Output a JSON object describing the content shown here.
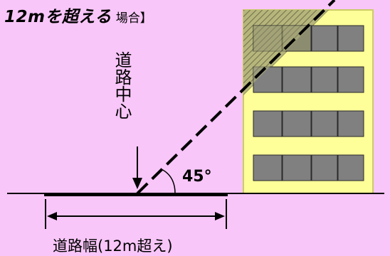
{
  "title": {
    "emphasis": "12mを超える",
    "rest": "場合】"
  },
  "labels": {
    "road_center": "道路中心",
    "angle": "45°",
    "road_width": "道路幅(12m超え)"
  },
  "colors": {
    "background": "#f8c6f8",
    "building": "#ffff99",
    "window": "#808080",
    "window_shaded": "#8c8c60",
    "hatch": "#7a7a58",
    "line": "#000000"
  }
}
